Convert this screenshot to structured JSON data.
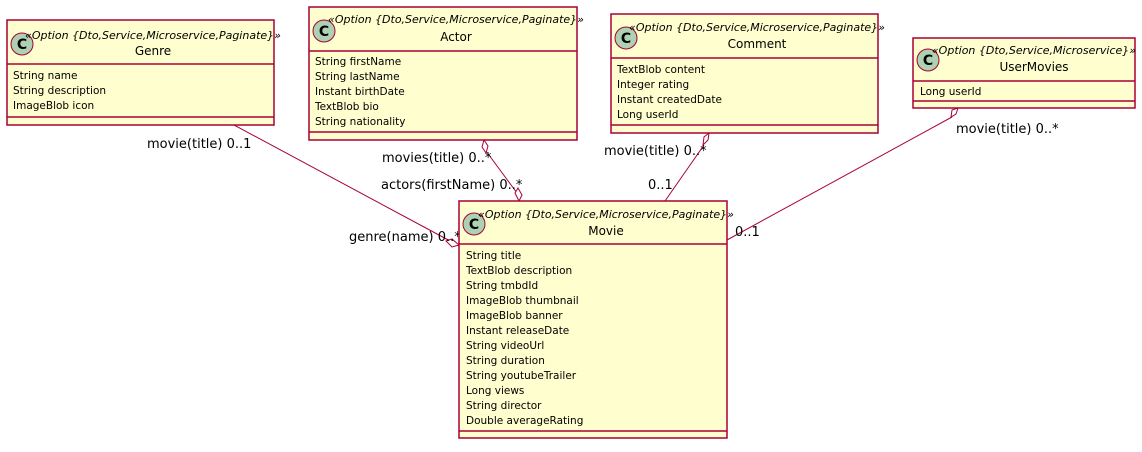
{
  "colors": {
    "class_fill": "#FEFECE",
    "class_border": "#A80036",
    "circle_fill": "#ADD1B2",
    "line": "#A80036",
    "text": "#000000"
  },
  "classes": [
    {
      "id": "genre",
      "stereotype": "«Option {Dto,Service,Microservice,Paginate}»",
      "name": "Genre",
      "icon_letter": "C",
      "fields": [
        "String name",
        "String description",
        "ImageBlob icon"
      ]
    },
    {
      "id": "actor",
      "stereotype": "«Option {Dto,Service,Microservice,Paginate}»",
      "name": "Actor",
      "icon_letter": "C",
      "fields": [
        "String firstName",
        "String lastName",
        "Instant birthDate",
        "TextBlob bio",
        "String nationality"
      ]
    },
    {
      "id": "comment",
      "stereotype": "«Option {Dto,Service,Microservice,Paginate}»",
      "name": "Comment",
      "icon_letter": "C",
      "fields": [
        "TextBlob content",
        "Integer rating",
        "Instant createdDate",
        "Long userId"
      ]
    },
    {
      "id": "usermovies",
      "stereotype": "«Option {Dto,Service,Microservice}»",
      "name": "UserMovies",
      "icon_letter": "C",
      "fields": [
        "Long userId"
      ]
    },
    {
      "id": "movie",
      "stereotype": "«Option {Dto,Service,Microservice,Paginate}»",
      "name": "Movie",
      "icon_letter": "C",
      "fields": [
        "String title",
        "TextBlob description",
        "String tmbdId",
        "ImageBlob thumbnail",
        "ImageBlob banner",
        "Instant releaseDate",
        "String videoUrl",
        "String duration",
        "String youtubeTrailer",
        "Long views",
        "String director",
        "Double averageRating"
      ]
    }
  ],
  "relations": [
    {
      "id": "genre-movie",
      "from": "genre",
      "to": "movie",
      "label_from": "movie(title) 0..1",
      "label_to": "genre(name) 0..*"
    },
    {
      "id": "actor-movie",
      "from": "actor",
      "to": "movie",
      "label_from": "movies(title) 0..*",
      "label_to": "actors(firstName) 0..*"
    },
    {
      "id": "comment-movie",
      "from": "comment",
      "to": "movie",
      "label_from": "movie(title) 0..*",
      "label_to": "0..1"
    },
    {
      "id": "usermovies-movie",
      "from": "usermovies",
      "to": "movie",
      "label_from": "movie(title) 0..*",
      "label_to": "0..1"
    }
  ]
}
